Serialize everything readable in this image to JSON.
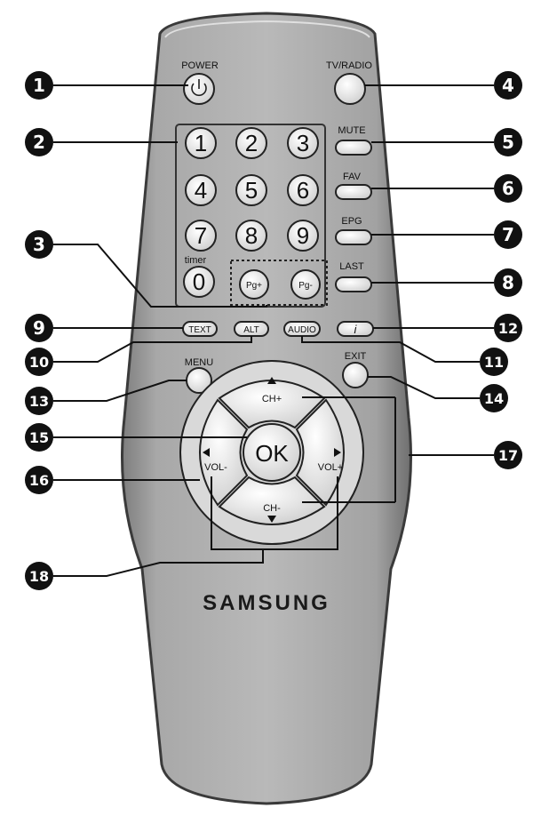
{
  "brand": "SAMSUNG",
  "labels": {
    "power": "POWER",
    "tv_radio": "TV/RADIO",
    "mute": "MUTE",
    "fav": "FAV",
    "epg": "EPG",
    "last": "LAST",
    "menu": "MENU",
    "exit": "EXIT",
    "timer": "timer"
  },
  "digits": [
    "1",
    "2",
    "3",
    "4",
    "5",
    "6",
    "7",
    "8",
    "9",
    "0"
  ],
  "page_buttons": {
    "pg_plus": "Pg+",
    "pg_minus": "Pg-"
  },
  "function_row": {
    "text": "TEXT",
    "alt": "ALT",
    "audio": "AUDIO",
    "info": "i"
  },
  "dpad": {
    "ok": "OK",
    "ch_plus": "CH+",
    "ch_minus": "CH-",
    "vol_minus": "VOL-",
    "vol_plus": "VOL+"
  },
  "callouts": [
    "1",
    "2",
    "3",
    "4",
    "5",
    "6",
    "7",
    "8",
    "9",
    "10",
    "11",
    "12",
    "13",
    "14",
    "15",
    "16",
    "17",
    "18"
  ],
  "colors": {
    "body": "#a9a9a9",
    "body_dark": "#5c5c5c",
    "button": "#e6e6e6",
    "callout": "#111111"
  }
}
